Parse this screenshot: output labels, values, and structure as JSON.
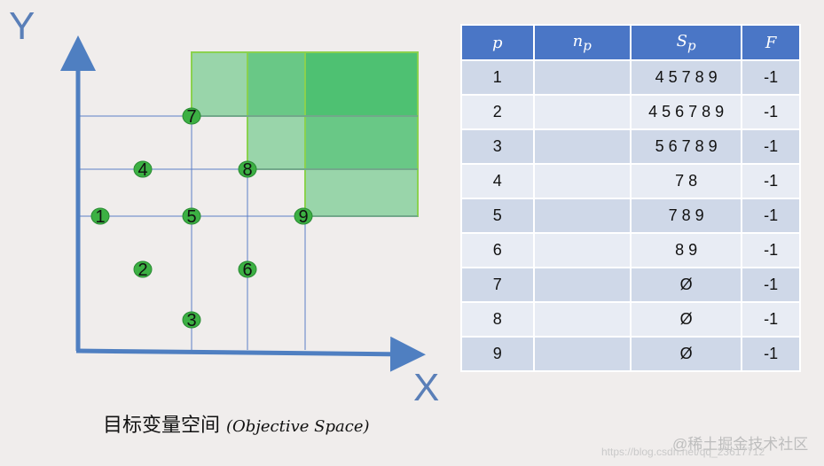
{
  "axes": {
    "y_label": "Y",
    "x_label": "X"
  },
  "points": [
    {
      "label": "1",
      "x": 1,
      "y": 3
    },
    {
      "label": "2",
      "x": 2,
      "y": 2
    },
    {
      "label": "3",
      "x": 3,
      "y": 1
    },
    {
      "label": "4",
      "x": 2,
      "y": 4
    },
    {
      "label": "5",
      "x": 3,
      "y": 3
    },
    {
      "label": "6",
      "x": 4,
      "y": 2
    },
    {
      "label": "7",
      "x": 3,
      "y": 5
    },
    {
      "label": "8",
      "x": 4,
      "y": 4
    },
    {
      "label": "9",
      "x": 5,
      "y": 3
    }
  ],
  "caption": {
    "chinese": "目标变量空间",
    "english": "(Objective Space)"
  },
  "table": {
    "headers": {
      "p": "p",
      "np": "n",
      "np_sub": "p",
      "sp": "S",
      "sp_sub": "p",
      "f": "F"
    },
    "rows": [
      {
        "p": "1",
        "np": "",
        "sp": "4 5 7 8 9",
        "f": "-1"
      },
      {
        "p": "2",
        "np": "",
        "sp": "4 5 6 7 8 9",
        "f": "-1"
      },
      {
        "p": "3",
        "np": "",
        "sp": "5 6 7 8 9",
        "f": "-1"
      },
      {
        "p": "4",
        "np": "",
        "sp": "7 8",
        "f": "-1"
      },
      {
        "p": "5",
        "np": "",
        "sp": "7 8 9",
        "f": "-1"
      },
      {
        "p": "6",
        "np": "",
        "sp": "8 9",
        "f": "-1"
      },
      {
        "p": "7",
        "np": "",
        "sp": "Ø",
        "f": "-1"
      },
      {
        "p": "8",
        "np": "",
        "sp": "Ø",
        "f": "-1"
      },
      {
        "p": "9",
        "np": "",
        "sp": "Ø",
        "f": "-1"
      }
    ]
  },
  "watermark": {
    "chinese": "@稀土掘金技术社区",
    "url": "https://blog.csdn.net/qq_23617712"
  },
  "colors": {
    "axis": "#4f7fc1",
    "grid": "#5b7fc6",
    "point_fill": "#3cb043",
    "region": "#2eb85c"
  }
}
